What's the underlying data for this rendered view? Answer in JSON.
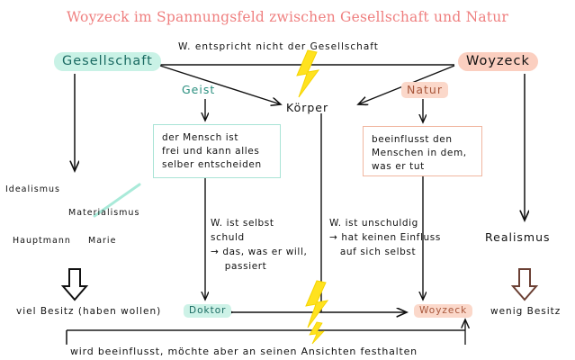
{
  "title": "Woyzeck im Spannungsfeld zwischen Gesellschaft und Natur",
  "colors": {
    "title": "#ef7f7f",
    "mint_highlight": "#c9f2e6",
    "salmon_highlight": "#fbcfc0",
    "teal_text": "#2a8f7f",
    "salmon_text": "#e0806a",
    "lightning": "#ffe21f",
    "ink": "#111111",
    "brown_arrow": "#6b4034"
  },
  "nodes": {
    "gesellschaft": "Gesellschaft",
    "woyzeck_top": "Woyzeck",
    "top_relation": "W. entspricht nicht der Gesellschaft",
    "geist": "Geist",
    "natur": "Natur",
    "koerper": "Körper",
    "idealismus": "Idealismus",
    "materialismus": "Materialismus",
    "hauptmann": "Hauptmann",
    "marie": "Marie",
    "realismus": "Realismus",
    "viel_besitz": "viel Besitz (haben wollen)",
    "doktor": "Doktor",
    "woyzeck_bottom": "Woyzeck",
    "wenig_besitz": "wenig Besitz"
  },
  "boxes": {
    "geist_box": [
      "der Mensch ist",
      "frei und kann alles",
      "selber entscheiden"
    ],
    "natur_box": [
      "beeinflusst den",
      "Menschen in dem,",
      "was er tut"
    ]
  },
  "memos": {
    "left": [
      "W. ist selbst",
      "schuld",
      "→ das, was er will,",
      "    passiert"
    ],
    "right": [
      "W. ist unschuldig",
      "→ hat keinen Einfluss",
      "   auf sich selbst"
    ]
  },
  "bottom_caption": "wird beeinflusst, möchte aber an seinen Ansichten festhalten",
  "icons": {
    "lightning": "lightning-bolt-icon",
    "arrow_down": "arrow-down-icon",
    "arrow_double": "double-headed-arrow-icon"
  }
}
